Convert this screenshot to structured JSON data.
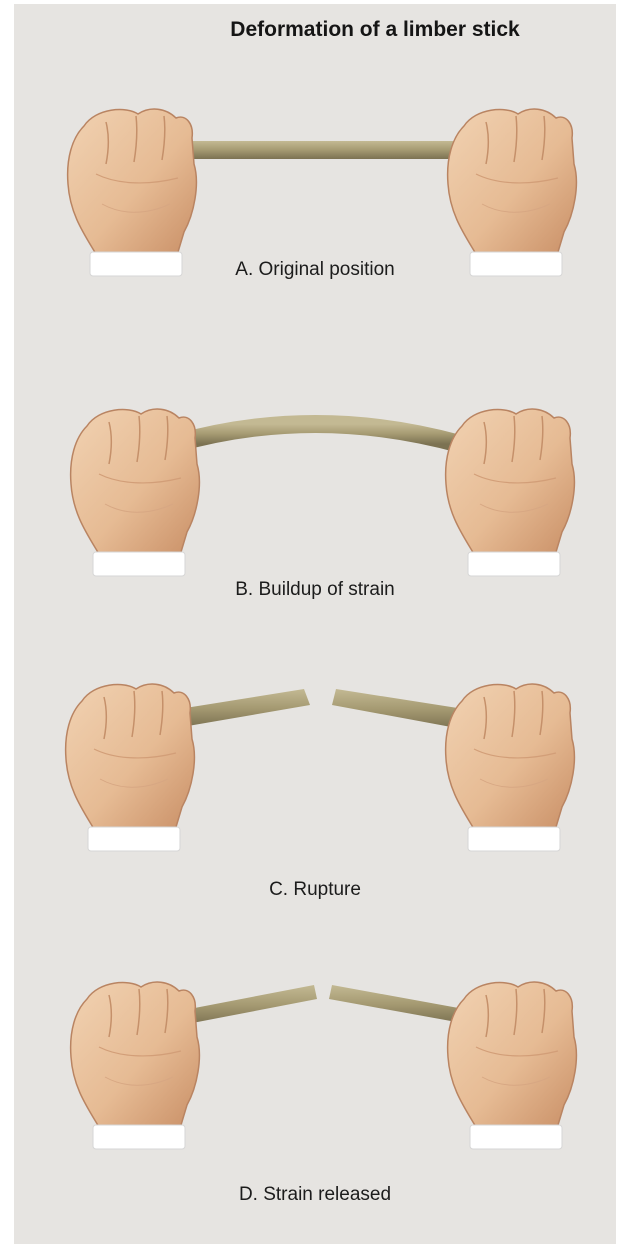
{
  "title": "Deformation of a limber stick",
  "panels": [
    {
      "id": "a",
      "caption": "A. Original position"
    },
    {
      "id": "b",
      "caption": "B. Buildup of strain"
    },
    {
      "id": "c",
      "caption": "C. Rupture"
    },
    {
      "id": "d",
      "caption": "D. Strain released"
    }
  ],
  "colors": {
    "background": "#e6e4e1",
    "skin": "#e9c39e",
    "skin_shadow": "#c98f66",
    "stick": "#a59a72",
    "stick_dark": "#7c7252",
    "cuff": "#ffffff"
  }
}
